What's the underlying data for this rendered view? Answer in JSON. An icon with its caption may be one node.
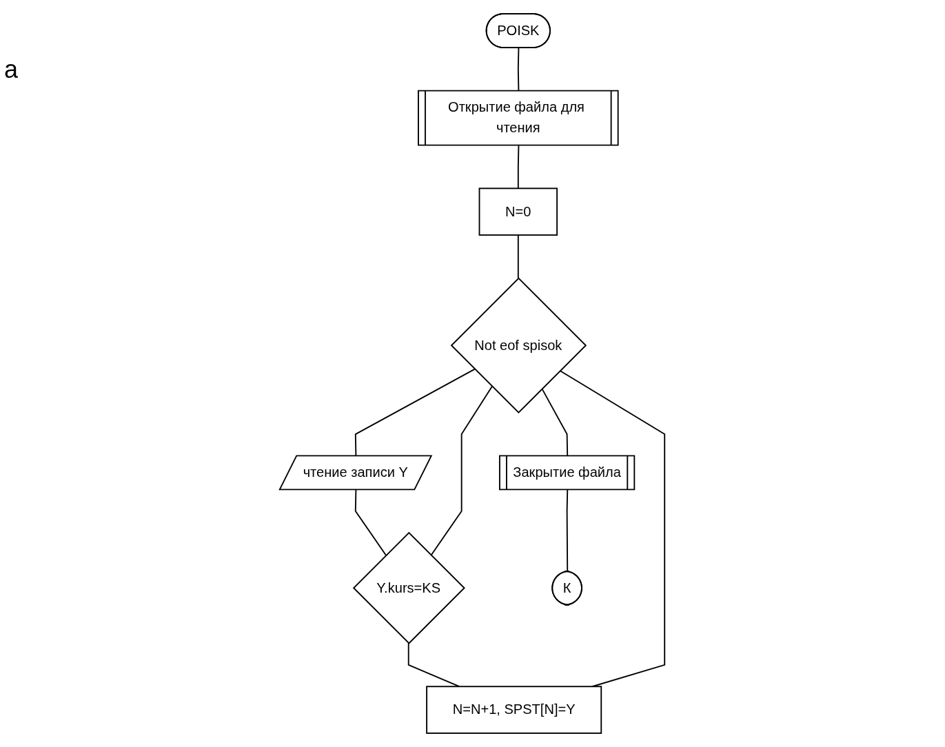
{
  "diagram": {
    "nodes": [
      {
        "text": [
          "POISK"
        ]
      },
      {
        "text": [
          "Открытие файла для чтения"
        ]
      },
      {
        "text": [
          "N=0"
        ]
      },
      {
        "text": [
          "Not eof  spisok"
        ]
      },
      {
        "text": [
          "чтение записи Y"
        ]
      },
      {
        "text": [
          "Y.kurs=KS"
        ]
      },
      {
        "text": [
          "N=N+1, SPST[N]=Y"
        ]
      },
      {
        "text": [
          "Закрытие файла"
        ]
      },
      {
        "text": [
          "К"
        ]
      }
    ],
    "edges": [
      {
        "from": 0,
        "to": 1,
        "arrow": "none"
      },
      {
        "from": 1,
        "to": 2,
        "arrow": "none"
      },
      {
        "from": 2,
        "to": 3,
        "arrow": "none"
      },
      {
        "from": 3,
        "to": 4,
        "arrow": "none"
      },
      {
        "from": 4,
        "to": 5,
        "arrow": "none"
      },
      {
        "from": 5,
        "to": 6,
        "arrow": "none"
      },
      {
        "from": 6,
        "to": 3,
        "arrow": "none"
      },
      {
        "from": 5,
        "to": 3,
        "arrow": "none"
      },
      {
        "from": 3,
        "to": 7,
        "arrow": "none"
      },
      {
        "from": 7,
        "to": 8,
        "arrow": "none"
      }
    ],
    "labels": [
      "a"
    ]
  }
}
